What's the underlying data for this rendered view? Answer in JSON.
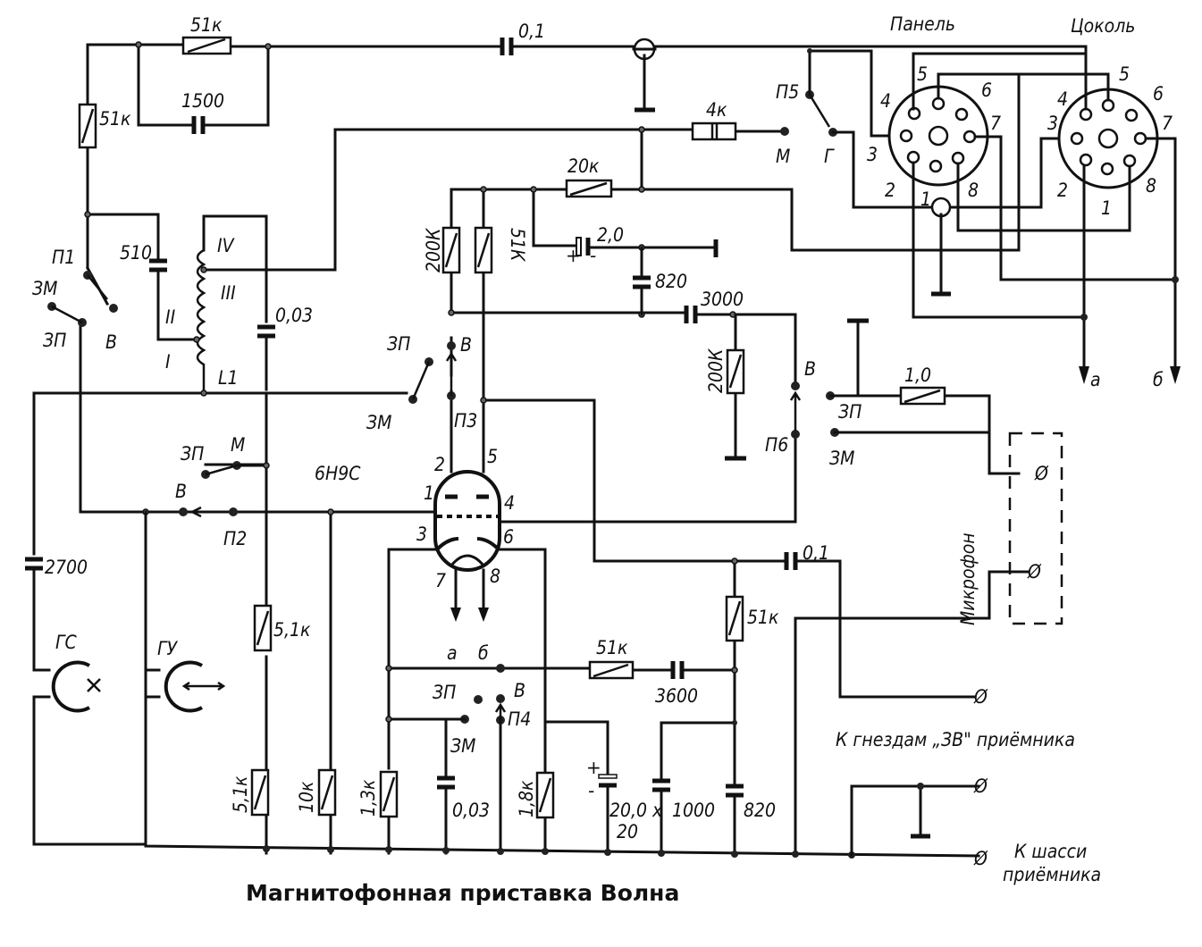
{
  "title": "Магнитофонная приставка Волна",
  "tube": {
    "type": "6Н9С",
    "pins": [
      "1",
      "2",
      "3",
      "4",
      "5",
      "6",
      "7",
      "8"
    ]
  },
  "sockets": {
    "panel_label": "Панель",
    "base_label": "Цоколь",
    "panel_pins": [
      "1",
      "2",
      "3",
      "4",
      "5",
      "6",
      "7",
      "8"
    ],
    "base_pins": [
      "1",
      "2",
      "3",
      "4",
      "5",
      "6",
      "7",
      "8"
    ]
  },
  "resistors": {
    "r_top": "51к",
    "r_left": "51к",
    "r_4k": "4к",
    "r_20k": "20к",
    "r_200k_a": "200К",
    "r_51k_a": "51К",
    "r_200k_b": "200К",
    "r_1_0": "1,0",
    "r_51k_b": "51к",
    "r_51k_c": "51к",
    "r_5_1k_a": "5,1к",
    "r_5_1k_b": "5,1к",
    "r_10k": "10к",
    "r_1_3k": "1,3к",
    "r_1_8k": "1,8к"
  },
  "capacitors": {
    "c_0_1_top": "0,1",
    "c_1500": "1500",
    "c_510": "510",
    "c_0_03_a": "0,03",
    "c_2_0": "2,0",
    "c_820_a": "820",
    "c_3000": "3000",
    "c_2700": "2700",
    "c_0_1_b": "0,1",
    "c_3600": "3600",
    "c_0_03_b": "0,03",
    "c_20": "20,0 x",
    "c_20_v": "20",
    "c_1000": "1000",
    "c_820_b": "820"
  },
  "coil": {
    "name": "L1",
    "sections": [
      "I",
      "II",
      "III",
      "IV"
    ]
  },
  "heads": {
    "erase": "ГС",
    "universal": "ГУ"
  },
  "switches": {
    "p1": "П1",
    "p2": "П2",
    "p3": "П3",
    "p4": "П4",
    "p5": "П5",
    "p6": "П6",
    "zm": "ЗМ",
    "zp": "ЗП",
    "v": "В",
    "m": "М",
    "g": "Г"
  },
  "outputs": {
    "a": "а",
    "b": "б"
  },
  "connectors": {
    "microphone": "Микрофон",
    "receiver_jacks": "К гнездам „ЗВ\" приёмника",
    "chassis_line1": "К шасси",
    "chassis_line2": "приёмника"
  }
}
